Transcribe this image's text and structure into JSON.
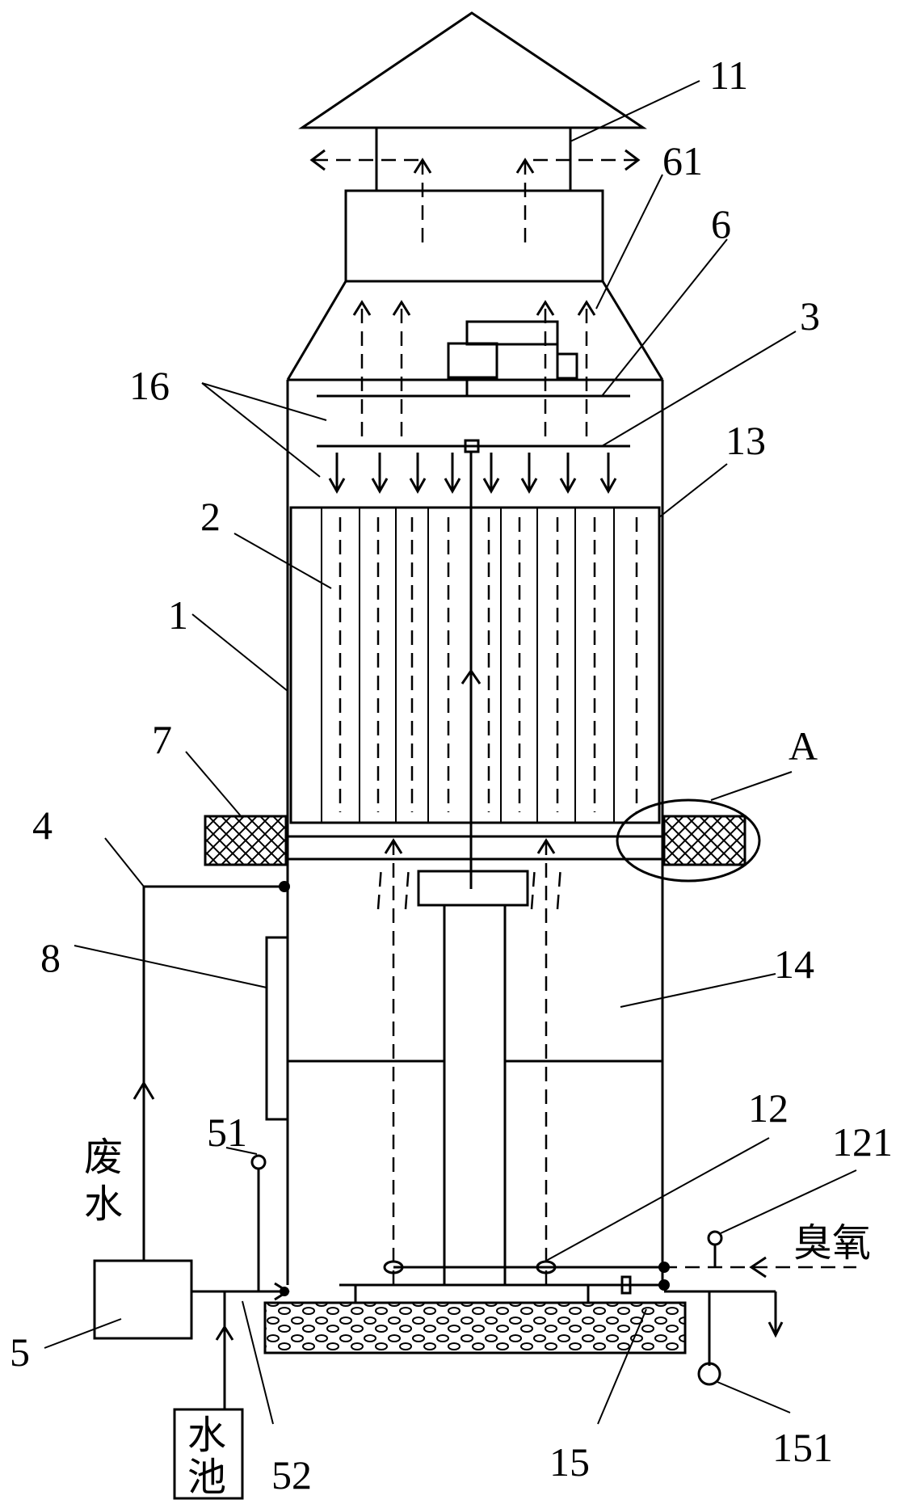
{
  "labels": {
    "n11": "11",
    "n61": "61",
    "n6": "6",
    "n3": "3",
    "n16": "16",
    "n13": "13",
    "n2": "2",
    "n1": "1",
    "n7": "7",
    "nA": "A",
    "n4": "4",
    "n8": "8",
    "n14": "14",
    "n12": "12",
    "n121": "121",
    "n51": "51",
    "n5": "5",
    "n52": "52",
    "n15": "15",
    "n151": "151"
  },
  "text": {
    "wastewater_1": "废",
    "wastewater_2": "水",
    "ozone": "臭氧",
    "pool_1": "水",
    "pool_2": "池"
  }
}
